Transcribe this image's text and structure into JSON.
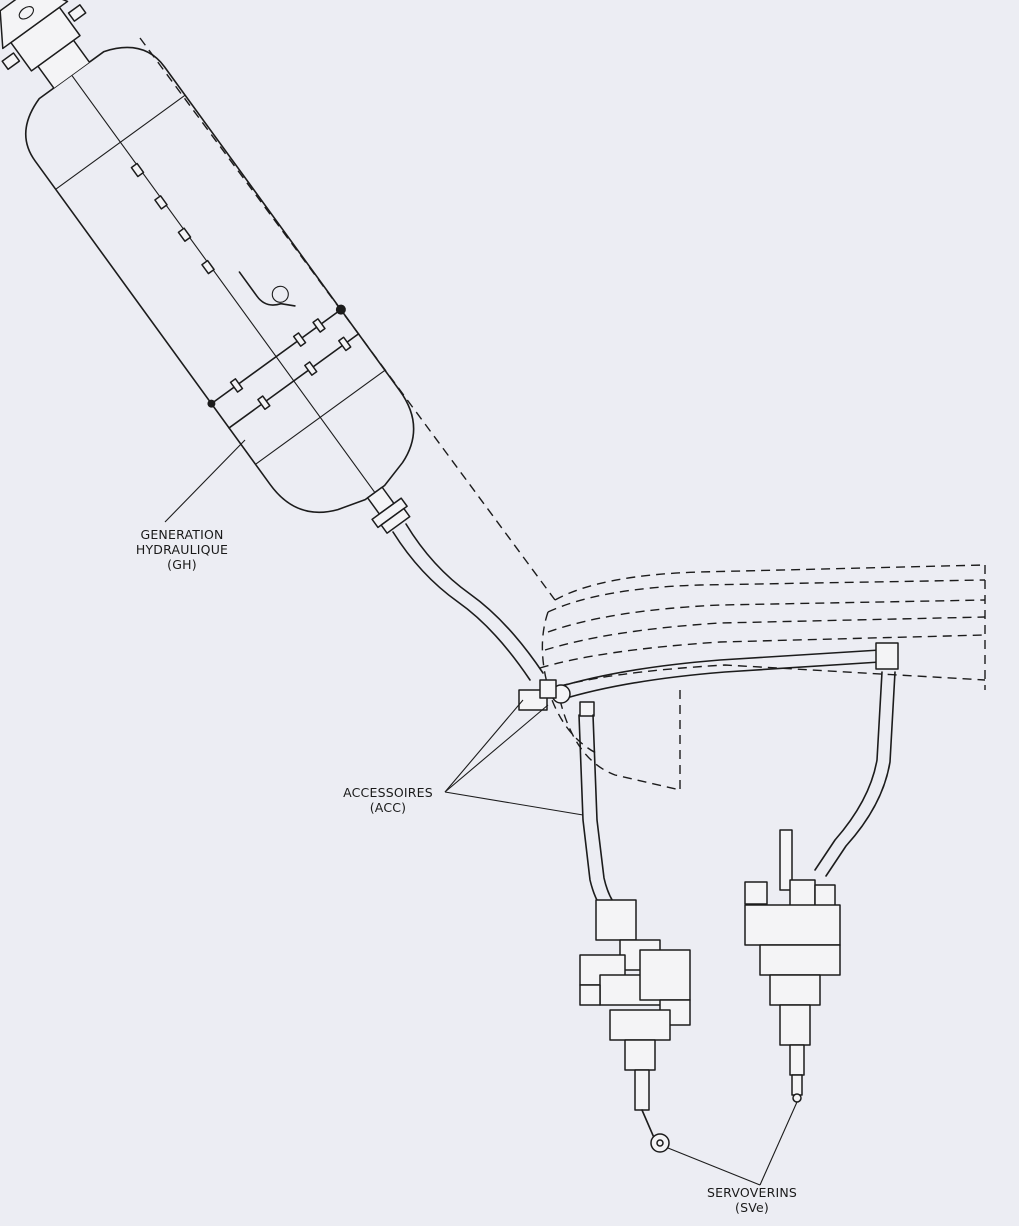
{
  "labels": {
    "gh": {
      "line1": "GENERATION",
      "line2": "HYDRAULIQUE",
      "abbr": "(GH)"
    },
    "acc": {
      "line1": "ACCESSOIRES",
      "abbr": "(ACC)"
    },
    "sve": {
      "line1": "SERVOVERINS",
      "abbr": "(SVe)"
    }
  },
  "colors": {
    "ink": "#1c1c1c",
    "paper": "#ecedf3"
  }
}
